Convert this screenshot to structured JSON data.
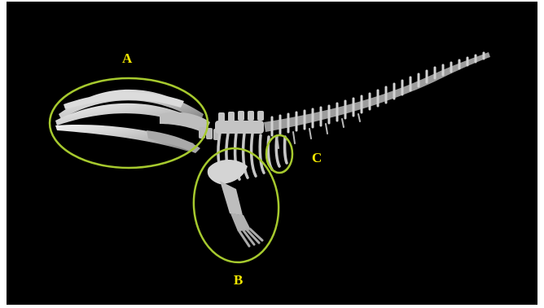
{
  "figure": {
    "background_color": "#000000",
    "bone_color": "#c8c8c8",
    "highlight_color": "#a6c92e",
    "label_color": "#f2e600"
  },
  "annotations": [
    {
      "label": "A"
    },
    {
      "label": "B"
    },
    {
      "label": "C"
    }
  ]
}
